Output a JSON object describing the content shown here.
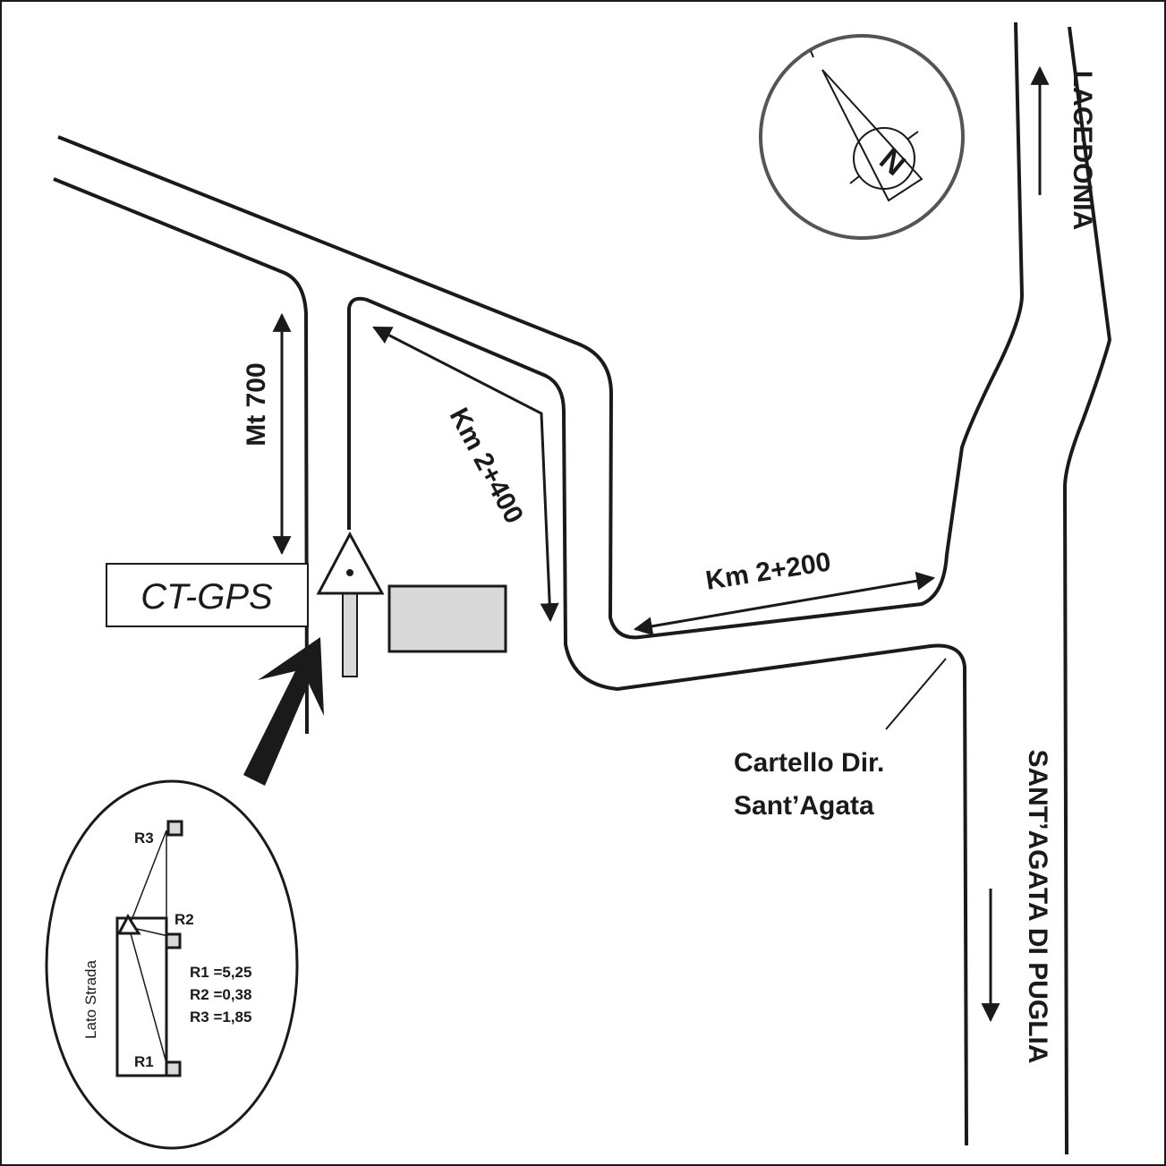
{
  "labels": {
    "distance_side": "Mt 700",
    "km_2400": "Km 2+400",
    "km_2200": "Km 2+200",
    "station": "CT-GPS",
    "north": "N",
    "lacedonia": "LACEDONIA",
    "santagata": "SANT’AGATA DI PUGLIA",
    "sign_line1": "Cartello Dir.",
    "sign_line2": "Sant’Agata"
  },
  "inset": {
    "side_label": "Lato Strada",
    "r1": "R1",
    "r2": "R2",
    "r3": "R3",
    "values": [
      "R1 =5,25",
      "R2 =0,38",
      "R3 =1,85"
    ]
  },
  "colors": {
    "line": "#1a1a1a",
    "fill_gray": "#d9d9d9",
    "compass_ring": "#555555"
  }
}
